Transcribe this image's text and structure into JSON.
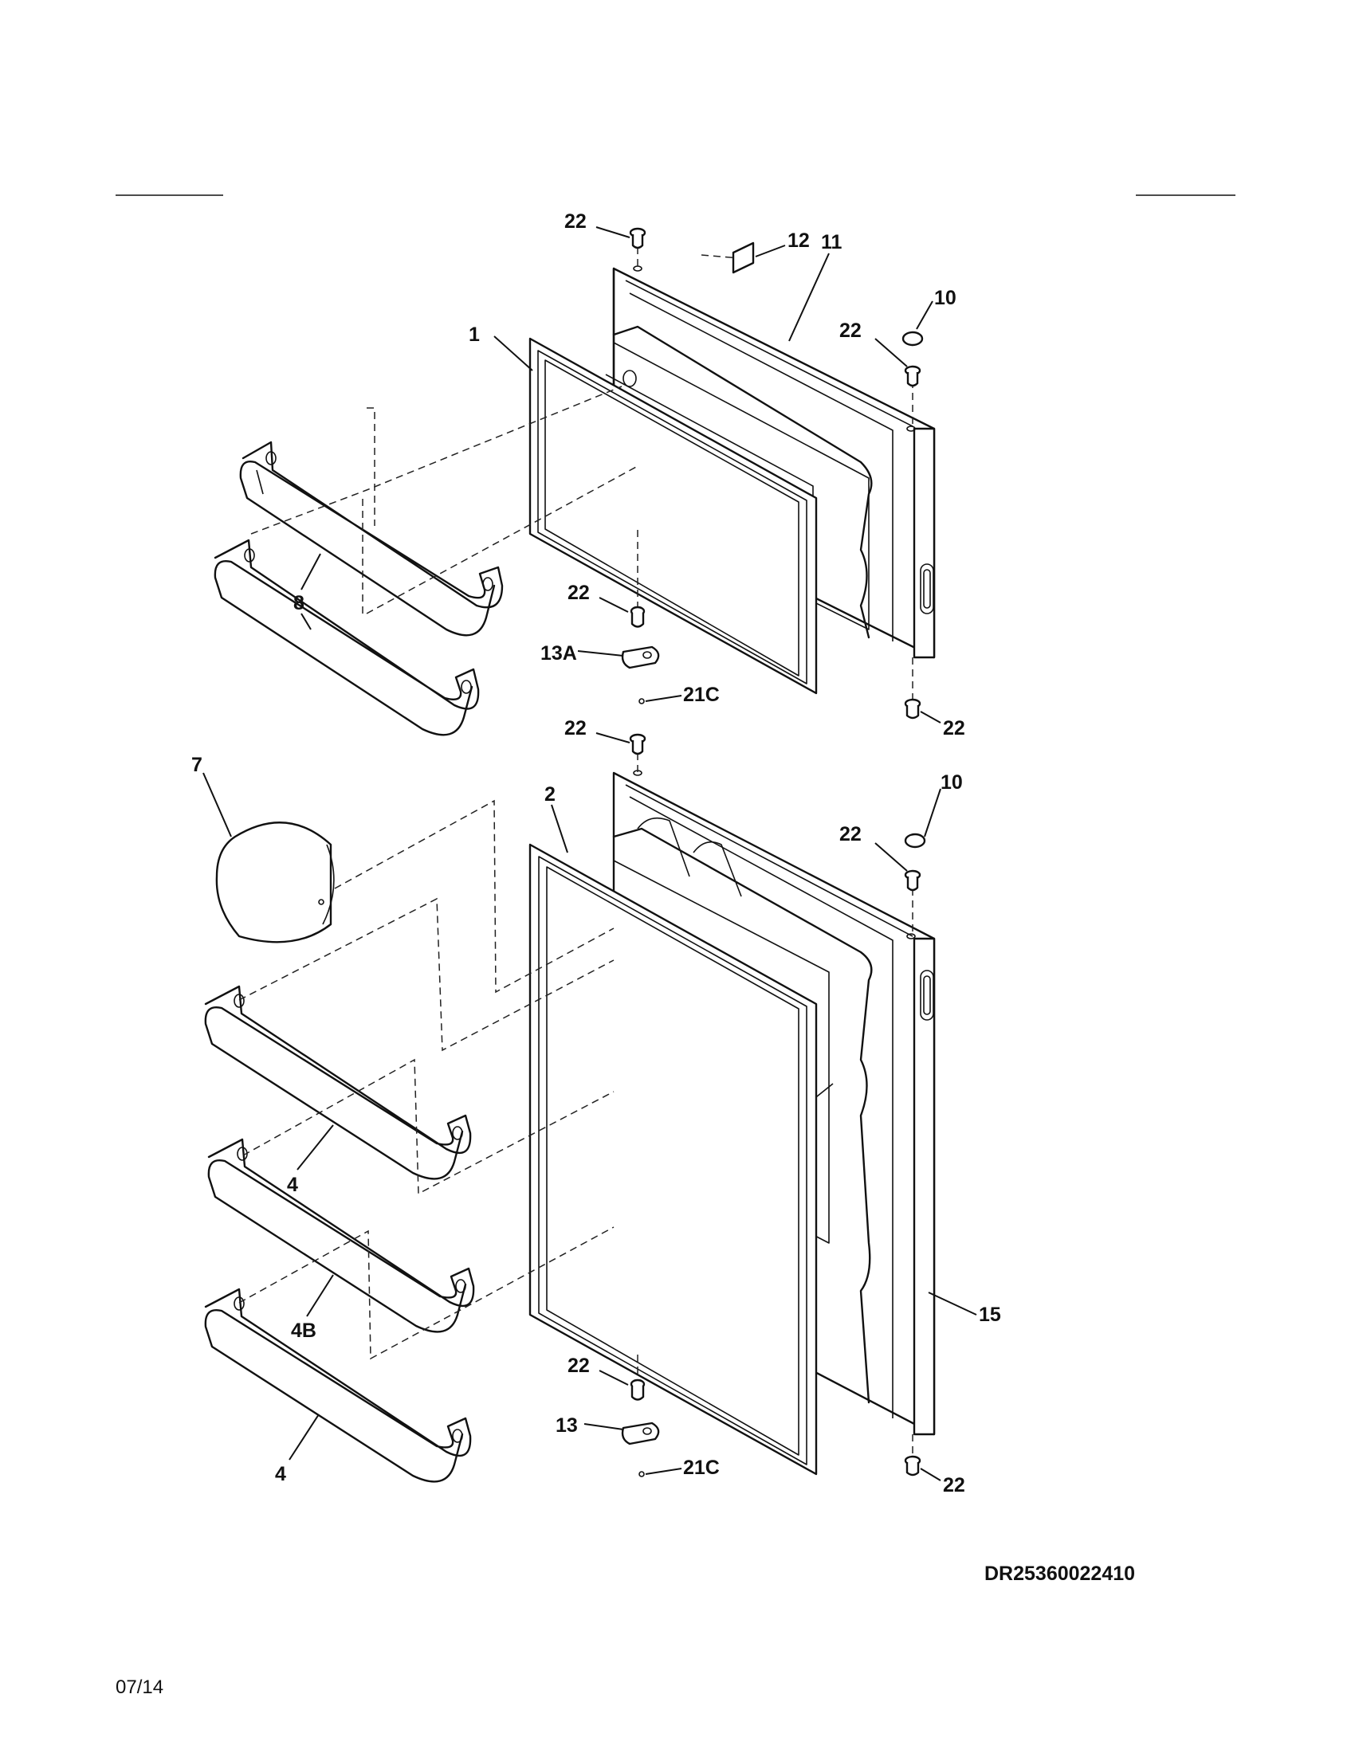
{
  "callouts": {
    "c22_top_screw": "22",
    "c12": "12",
    "c11": "11",
    "c10_upper": "10",
    "c22_upper_right": "22",
    "c1": "1",
    "c8": "8",
    "c22_upper_hinge": "22",
    "c13A": "13A",
    "c21C_upper": "21C",
    "c22_upper_bottom_right": "22",
    "c22_mid_screw": "22",
    "c7": "7",
    "c2": "2",
    "c10_lower": "10",
    "c22_lower_right": "22",
    "c4_upper": "4",
    "c4B": "4B",
    "c4_lower": "4",
    "c15": "15",
    "c22_lower_hinge": "22",
    "c13": "13",
    "c21C_lower": "21C",
    "c22_lower_bottom_right": "22"
  },
  "diagram_code": "DR25360022410",
  "date": "07/14"
}
